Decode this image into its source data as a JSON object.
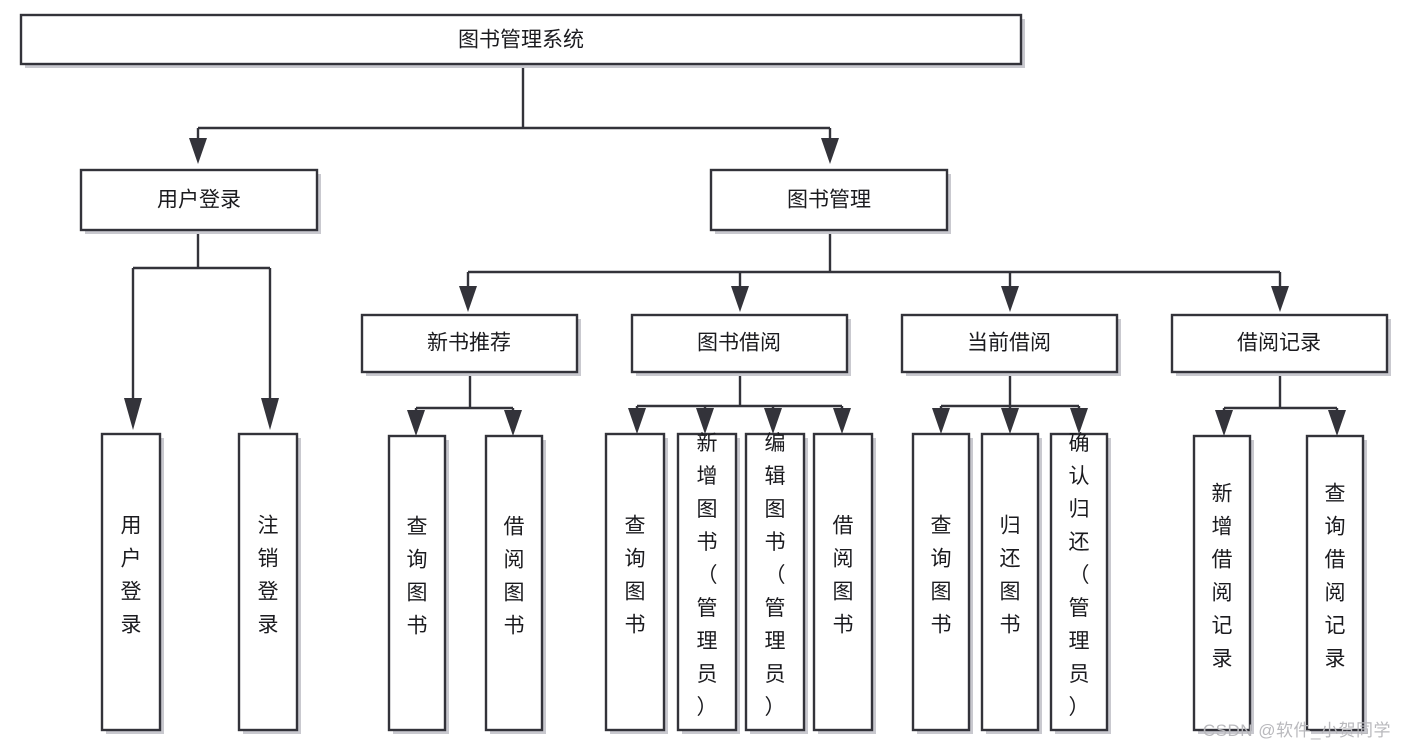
{
  "diagram": {
    "type": "tree-hierarchy",
    "title": "图书管理系统",
    "watermark": "CSDN @软件_小贺同学",
    "colors": {
      "stroke": "#33333a",
      "fill": "#ffffff",
      "text": "#1b1b1f",
      "shadow": "#c9c9cf",
      "watermark": "#b9b9bd"
    },
    "levels": {
      "root": "图书管理系统",
      "level2": [
        "用户登录",
        "图书管理"
      ],
      "level3": [
        "新书推荐",
        "图书借阅",
        "当前借阅",
        "借阅记录"
      ]
    },
    "nodes": {
      "root": {
        "id": "root",
        "label": "图书管理系统",
        "orientation": "horizontal"
      },
      "n_user_login": {
        "id": "n_user_login",
        "label": "用户登录",
        "orientation": "horizontal"
      },
      "n_book_manage": {
        "id": "n_book_manage",
        "label": "图书管理",
        "orientation": "horizontal"
      },
      "n_new_book_rec": {
        "id": "n_new_book_rec",
        "label": "新书推荐",
        "orientation": "horizontal"
      },
      "n_book_borrow": {
        "id": "n_book_borrow",
        "label": "图书借阅",
        "orientation": "horizontal"
      },
      "n_current_borrow": {
        "id": "n_current_borrow",
        "label": "当前借阅",
        "orientation": "horizontal"
      },
      "n_borrow_record": {
        "id": "n_borrow_record",
        "label": "借阅记录",
        "orientation": "horizontal"
      },
      "l_user_login": {
        "id": "l_user_login",
        "label": "用户登录",
        "orientation": "vertical"
      },
      "l_logout": {
        "id": "l_logout",
        "label": "注销登录",
        "orientation": "vertical"
      },
      "l_query_books_1": {
        "id": "l_query_books_1",
        "label": "查询图书",
        "orientation": "vertical"
      },
      "l_borrow_books_1": {
        "id": "l_borrow_books_1",
        "label": "借阅图书",
        "orientation": "vertical"
      },
      "l_query_books_2": {
        "id": "l_query_books_2",
        "label": "查询图书",
        "orientation": "vertical"
      },
      "l_add_book": {
        "id": "l_add_book",
        "label": "新增图书（管理员）",
        "orientation": "vertical"
      },
      "l_edit_book": {
        "id": "l_edit_book",
        "label": "编辑图书（管理员）",
        "orientation": "vertical"
      },
      "l_borrow_books_2": {
        "id": "l_borrow_books_2",
        "label": "借阅图书",
        "orientation": "vertical"
      },
      "l_query_books_3": {
        "id": "l_query_books_3",
        "label": "查询图书",
        "orientation": "vertical"
      },
      "l_return_book": {
        "id": "l_return_book",
        "label": "归还图书",
        "orientation": "vertical"
      },
      "l_confirm_return": {
        "id": "l_confirm_return",
        "label": "确认归还（管理员）",
        "orientation": "vertical"
      },
      "l_add_record": {
        "id": "l_add_record",
        "label": "新增借阅记录",
        "orientation": "vertical"
      },
      "l_query_record": {
        "id": "l_query_record",
        "label": "查询借阅记录",
        "orientation": "vertical"
      }
    },
    "edges": [
      {
        "from": "root",
        "to": "n_user_login"
      },
      {
        "from": "root",
        "to": "n_book_manage"
      },
      {
        "from": "n_user_login",
        "to": "l_user_login"
      },
      {
        "from": "n_user_login",
        "to": "l_logout"
      },
      {
        "from": "n_book_manage",
        "to": "n_new_book_rec"
      },
      {
        "from": "n_book_manage",
        "to": "n_book_borrow"
      },
      {
        "from": "n_book_manage",
        "to": "n_current_borrow"
      },
      {
        "from": "n_book_manage",
        "to": "n_borrow_record"
      },
      {
        "from": "n_new_book_rec",
        "to": "l_query_books_1"
      },
      {
        "from": "n_new_book_rec",
        "to": "l_borrow_books_1"
      },
      {
        "from": "n_book_borrow",
        "to": "l_query_books_2"
      },
      {
        "from": "n_book_borrow",
        "to": "l_add_book"
      },
      {
        "from": "n_book_borrow",
        "to": "l_edit_book"
      },
      {
        "from": "n_book_borrow",
        "to": "l_borrow_books_2"
      },
      {
        "from": "n_current_borrow",
        "to": "l_query_books_3"
      },
      {
        "from": "n_current_borrow",
        "to": "l_return_book"
      },
      {
        "from": "n_current_borrow",
        "to": "l_confirm_return"
      },
      {
        "from": "n_borrow_record",
        "to": "l_add_record"
      },
      {
        "from": "n_borrow_record",
        "to": "l_query_record"
      }
    ]
  }
}
